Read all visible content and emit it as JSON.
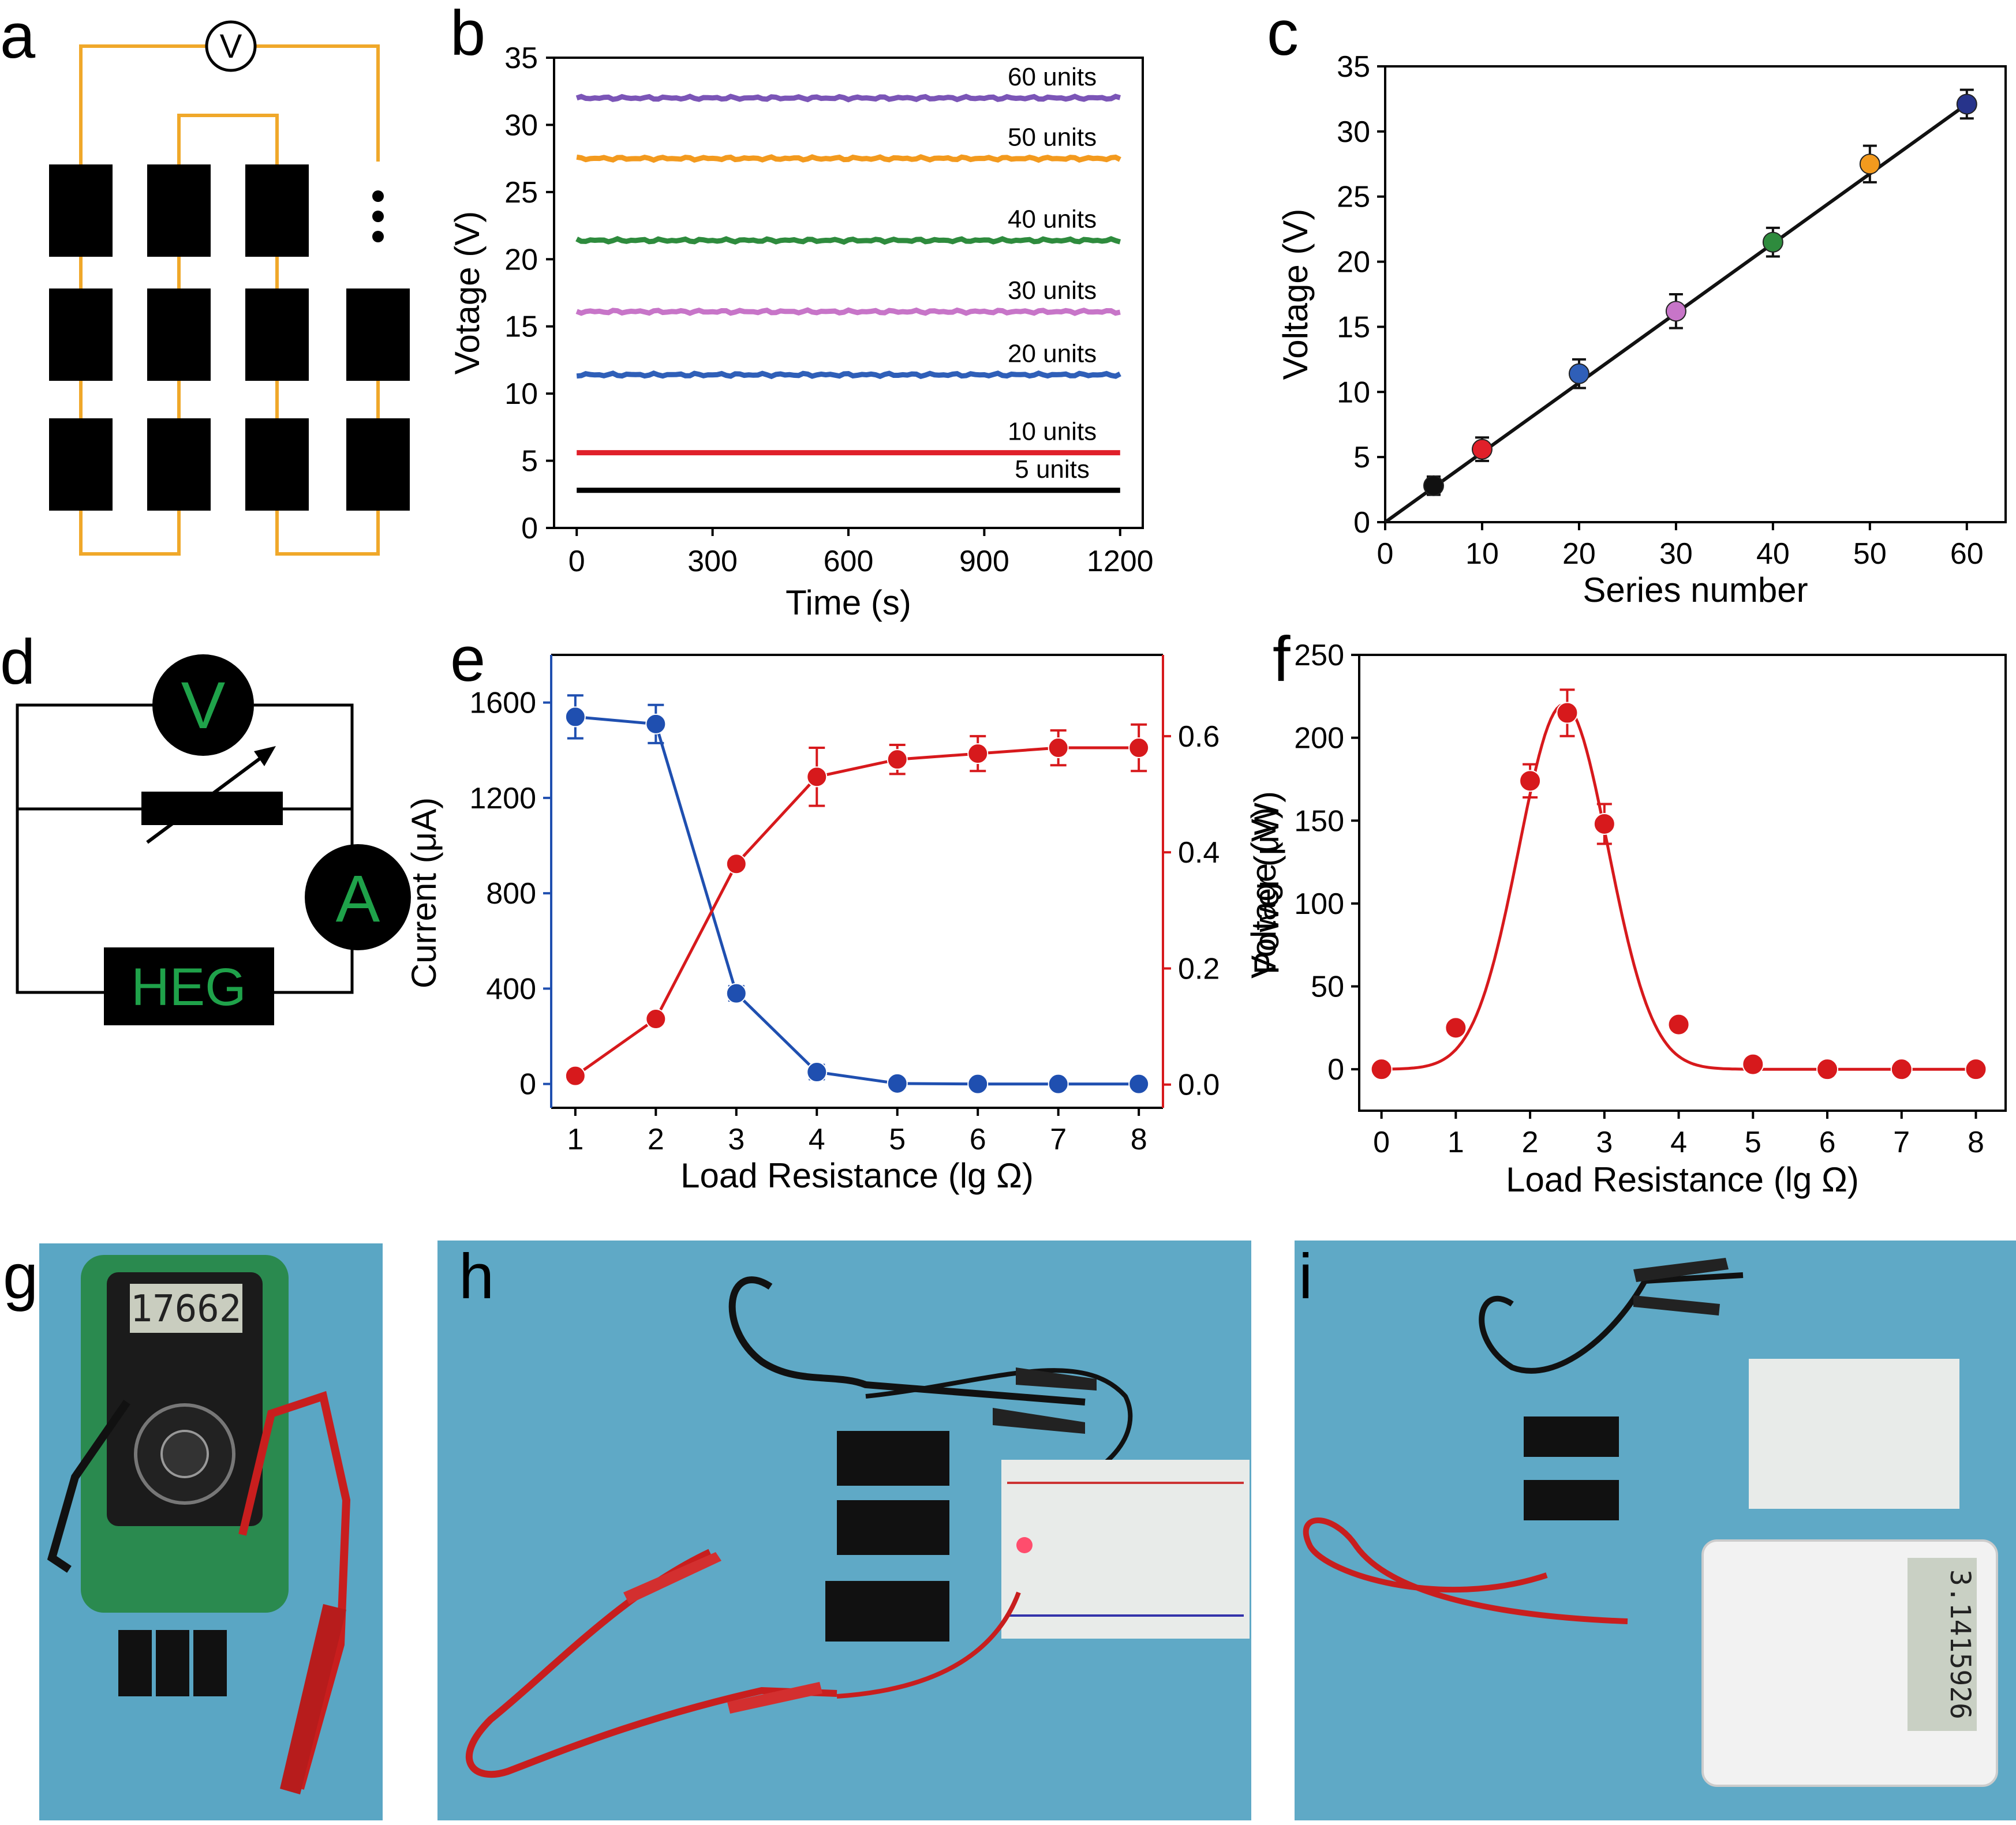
{
  "panels": {
    "a": {
      "label": "a",
      "meter": "V",
      "ellipsis": "•••"
    },
    "b": {
      "label": "b"
    },
    "c": {
      "label": "c"
    },
    "d": {
      "label": "d",
      "voltmeter": "V",
      "ammeter": "A",
      "source": "HEG"
    },
    "e": {
      "label": "e"
    },
    "f": {
      "label": "f"
    },
    "g": {
      "label": "g",
      "meter_display": "17662"
    },
    "h": {
      "label": "h"
    },
    "i": {
      "label": "i",
      "calc_display": "3.1415926"
    }
  },
  "chart_data": [
    {
      "id": "b",
      "type": "line",
      "title": "",
      "xlabel": "Time (s)",
      "ylabel": "Votage (V)",
      "xlim": [
        -50,
        1250
      ],
      "ylim": [
        0,
        35
      ],
      "xticks": [
        0,
        300,
        600,
        900,
        1200
      ],
      "yticks": [
        0,
        5,
        10,
        15,
        20,
        25,
        30,
        35
      ],
      "series": [
        {
          "name": "60 units",
          "color": "#7b55b7",
          "x": [
            0,
            1200
          ],
          "values": [
            32.0,
            32.0
          ]
        },
        {
          "name": "50 units",
          "color": "#f39a1e",
          "x": [
            0,
            1200
          ],
          "values": [
            27.5,
            27.5
          ]
        },
        {
          "name": "40 units",
          "color": "#2e8b3d",
          "x": [
            0,
            1200
          ],
          "values": [
            21.4,
            21.4
          ]
        },
        {
          "name": "30 units",
          "color": "#c775c8",
          "x": [
            0,
            1200
          ],
          "values": [
            16.1,
            16.1
          ]
        },
        {
          "name": "20 units",
          "color": "#2f5fb8",
          "x": [
            0,
            1200
          ],
          "values": [
            11.4,
            11.4
          ]
        },
        {
          "name": "10 units",
          "color": "#e0202a",
          "x": [
            0,
            1200
          ],
          "values": [
            5.6,
            5.6
          ]
        },
        {
          "name": "5 units",
          "color": "#000000",
          "x": [
            0,
            1200
          ],
          "values": [
            2.8,
            2.8
          ]
        }
      ]
    },
    {
      "id": "c",
      "type": "line",
      "title": "",
      "xlabel": "Series number",
      "ylabel": "Voltage (V)",
      "xlim": [
        0,
        64
      ],
      "ylim": [
        0,
        35
      ],
      "xticks": [
        0,
        10,
        20,
        30,
        40,
        50,
        60
      ],
      "yticks": [
        0,
        5,
        10,
        15,
        20,
        25,
        30,
        35
      ],
      "x": [
        5,
        10,
        20,
        30,
        40,
        50,
        60
      ],
      "values": [
        2.8,
        5.6,
        11.4,
        16.2,
        21.5,
        27.5,
        32.1
      ],
      "errors": [
        0.7,
        0.9,
        1.1,
        1.3,
        1.1,
        1.4,
        1.1
      ],
      "point_colors": [
        "#111111",
        "#e0202a",
        "#2f5fb8",
        "#c775c8",
        "#2e8b3d",
        "#f39a1e",
        "#27348b"
      ],
      "fit_line": {
        "x": [
          0,
          60
        ],
        "values": [
          0,
          32.1
        ]
      }
    },
    {
      "id": "e",
      "type": "line",
      "title": "",
      "xlabel": "Load Resistance (lg Ω)",
      "ylabel": "Current (μA)",
      "ylabel_right": "Voltage (V)",
      "xlim": [
        0.7,
        8.3
      ],
      "ylim": [
        -100,
        1800
      ],
      "ylim_right": [
        -0.04,
        0.74
      ],
      "xticks": [
        1,
        2,
        3,
        4,
        5,
        6,
        7,
        8
      ],
      "yticks": [
        0,
        400,
        800,
        1200,
        1600
      ],
      "yticks_right": [
        0.0,
        0.2,
        0.4,
        0.6
      ],
      "categories": [
        1,
        2,
        3,
        4,
        5,
        6,
        7,
        8
      ],
      "series": [
        {
          "name": "Current",
          "axis": "left",
          "color": "#1f4fb0",
          "values": [
            1540,
            1510,
            380,
            50,
            2,
            0,
            0,
            0
          ],
          "errors": [
            90,
            80,
            30,
            30,
            10,
            10,
            10,
            10
          ]
        },
        {
          "name": "Voltage",
          "axis": "right",
          "color": "#d7191c",
          "values": [
            0.015,
            0.113,
            0.38,
            0.53,
            0.56,
            0.57,
            0.58,
            0.58
          ],
          "errors": [
            0.005,
            0.005,
            0.005,
            0.05,
            0.025,
            0.03,
            0.03,
            0.04
          ]
        }
      ]
    },
    {
      "id": "f",
      "type": "scatter",
      "title": "",
      "xlabel": "Load Resistance (lg Ω)",
      "ylabel": "Power (μW)",
      "xlim": [
        -0.3,
        8.4
      ],
      "ylim": [
        -25,
        250
      ],
      "xticks": [
        0,
        1,
        2,
        3,
        4,
        5,
        6,
        7,
        8
      ],
      "yticks": [
        0,
        50,
        100,
        150,
        200,
        250
      ],
      "x": [
        0,
        1,
        2,
        2.5,
        3,
        4,
        5,
        6,
        7,
        8
      ],
      "values": [
        0,
        25,
        174,
        215,
        148,
        27,
        3,
        0,
        0,
        0
      ],
      "errors": [
        0,
        3,
        10,
        14,
        12,
        0,
        0,
        0,
        0,
        0
      ],
      "color": "#d7191c",
      "fit_curve": {
        "type": "gaussian",
        "amplitude": 220,
        "center": 2.45,
        "sigma": 0.6
      }
    }
  ]
}
